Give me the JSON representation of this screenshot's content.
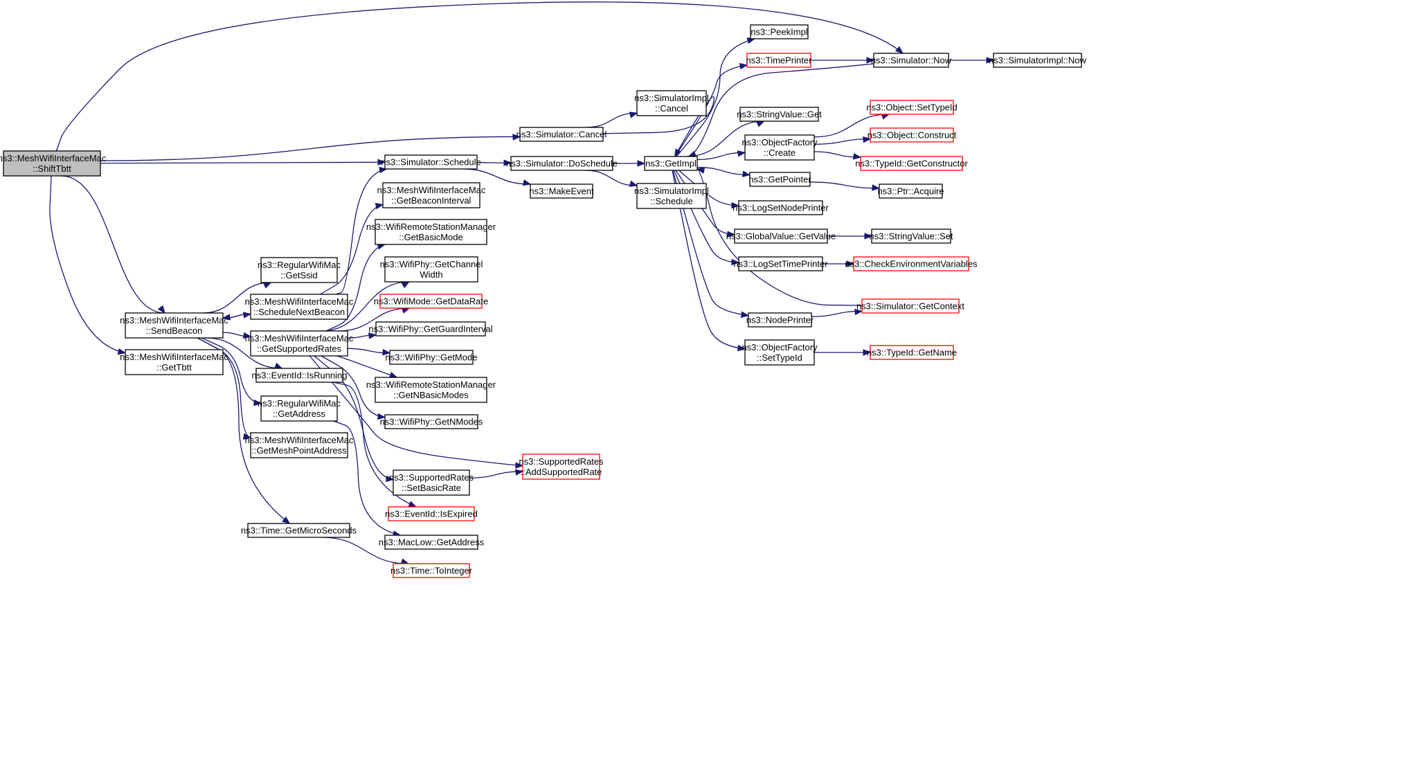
{
  "colors": {
    "edge": "#191970",
    "root_fill": "#bfbfbf",
    "node_border": "#000000",
    "external_border": "#ff0000"
  },
  "nodes": [
    {
      "id": "shift",
      "lines": [
        "ns3::MeshWifiInterfaceMac",
        "::ShiftTbtt"
      ],
      "style": "root"
    },
    {
      "id": "sendbeacon",
      "lines": [
        "ns3::MeshWifiInterfaceMac",
        "::SendBeacon"
      ]
    },
    {
      "id": "gettbtt",
      "lines": [
        "ns3::MeshWifiInterfaceMac",
        "::GetTbtt"
      ]
    },
    {
      "id": "getssid",
      "lines": [
        "ns3::RegularWifiMac",
        "::GetSsid"
      ]
    },
    {
      "id": "schednext",
      "lines": [
        "ns3::MeshWifiInterfaceMac",
        "::ScheduleNextBeacon"
      ]
    },
    {
      "id": "getsupp",
      "lines": [
        "ns3::MeshWifiInterfaceMac",
        "::GetSupportedRates"
      ]
    },
    {
      "id": "isrunning",
      "lines": [
        "ns3::EventId::IsRunning"
      ]
    },
    {
      "id": "rgetaddr",
      "lines": [
        "ns3::RegularWifiMac",
        "::GetAddress"
      ]
    },
    {
      "id": "meshpt",
      "lines": [
        "ns3::MeshWifiInterfaceMac",
        "::GetMeshPointAddress"
      ]
    },
    {
      "id": "getmicro",
      "lines": [
        "ns3::Time::GetMicroSeconds"
      ]
    },
    {
      "id": "schedule",
      "lines": [
        "ns3::Simulator::Schedule"
      ]
    },
    {
      "id": "beaconint",
      "lines": [
        "ns3::MeshWifiInterfaceMac",
        "::GetBeaconInterval"
      ]
    },
    {
      "id": "basicmode",
      "lines": [
        "ns3::WifiRemoteStationManager",
        "::GetBasicMode"
      ]
    },
    {
      "id": "chanwidth",
      "lines": [
        "ns3::WifiPhy::GetChannel",
        "Width"
      ]
    },
    {
      "id": "datarate",
      "lines": [
        "ns3::WifiMode::GetDataRate"
      ],
      "style": "red"
    },
    {
      "id": "guardint",
      "lines": [
        "ns3::WifiPhy::GetGuardInterval"
      ]
    },
    {
      "id": "getmode",
      "lines": [
        "ns3::WifiPhy::GetMode"
      ]
    },
    {
      "id": "nbasic",
      "lines": [
        "ns3::WifiRemoteStationManager",
        "::GetNBasicModes"
      ]
    },
    {
      "id": "nmodes",
      "lines": [
        "ns3::WifiPhy::GetNModes"
      ]
    },
    {
      "id": "setbasic",
      "lines": [
        "ns3::SupportedRates",
        "::SetBasicRate"
      ]
    },
    {
      "id": "isexpired",
      "lines": [
        "ns3::EventId::IsExpired"
      ],
      "style": "red"
    },
    {
      "id": "maclow",
      "lines": [
        "ns3::MacLow::GetAddress"
      ]
    },
    {
      "id": "tointeger",
      "lines": [
        "ns3::Time::ToInteger"
      ],
      "style": "red"
    },
    {
      "id": "cancel",
      "lines": [
        "ns3::Simulator::Cancel"
      ]
    },
    {
      "id": "dosched",
      "lines": [
        "ns3::Simulator::DoSchedule"
      ]
    },
    {
      "id": "makeevent",
      "lines": [
        "ns3::MakeEvent"
      ]
    },
    {
      "id": "implcancel",
      "lines": [
        "ns3::SimulatorImpl",
        "::Cancel"
      ]
    },
    {
      "id": "getimpl",
      "lines": [
        "ns3::GetImpl"
      ]
    },
    {
      "id": "implsched",
      "lines": [
        "ns3::SimulatorImpl",
        "::Schedule"
      ]
    },
    {
      "id": "addrate",
      "lines": [
        "ns3::SupportedRates",
        "::AddSupportedRate"
      ],
      "style": "red"
    },
    {
      "id": "peekimpl",
      "lines": [
        "ns3::PeekImpl"
      ]
    },
    {
      "id": "timeprinter",
      "lines": [
        "ns3::TimePrinter"
      ],
      "style": "red"
    },
    {
      "id": "strget",
      "lines": [
        "ns3::StringValue::Get"
      ]
    },
    {
      "id": "ofcreate",
      "lines": [
        "ns3::ObjectFactory",
        "::Create"
      ]
    },
    {
      "id": "getpointer",
      "lines": [
        "ns3::GetPointer"
      ]
    },
    {
      "id": "lognode",
      "lines": [
        "ns3::LogSetNodePrinter"
      ]
    },
    {
      "id": "gvgetvalue",
      "lines": [
        "ns3::GlobalValue::GetValue"
      ]
    },
    {
      "id": "logtime",
      "lines": [
        "ns3::LogSetTimePrinter"
      ]
    },
    {
      "id": "nodeprinter",
      "lines": [
        "ns3::NodePrinter"
      ]
    },
    {
      "id": "ofsettypeid",
      "lines": [
        "ns3::ObjectFactory",
        "::SetTypeId"
      ]
    },
    {
      "id": "simnow",
      "lines": [
        "ns3::Simulator::Now"
      ]
    },
    {
      "id": "objsettype",
      "lines": [
        "ns3::Object::SetTypeId"
      ],
      "style": "red"
    },
    {
      "id": "objconstruct",
      "lines": [
        "ns3::Object::Construct"
      ],
      "style": "red"
    },
    {
      "id": "typegetctor",
      "lines": [
        "ns3::TypeId::GetConstructor"
      ],
      "style": "red"
    },
    {
      "id": "ptracquire",
      "lines": [
        "ns3::Ptr::Acquire"
      ]
    },
    {
      "id": "strset",
      "lines": [
        "ns3::StringValue::Set"
      ]
    },
    {
      "id": "checkenv",
      "lines": [
        "ns3::CheckEnvironmentVariables"
      ],
      "style": "red"
    },
    {
      "id": "simgetctx",
      "lines": [
        "ns3::Simulator::GetContext"
      ],
      "style": "red"
    },
    {
      "id": "typegetname",
      "lines": [
        "ns3::TypeId::GetName"
      ],
      "style": "red"
    },
    {
      "id": "implnow",
      "lines": [
        "ns3::SimulatorImpl::Now"
      ]
    }
  ],
  "edges": [
    [
      "shift",
      "simnow"
    ],
    [
      "shift",
      "cancel"
    ],
    [
      "shift",
      "schedule"
    ],
    [
      "shift",
      "sendbeacon"
    ],
    [
      "shift",
      "gettbtt"
    ],
    [
      "sendbeacon",
      "getssid"
    ],
    [
      "sendbeacon",
      "schednext"
    ],
    [
      "sendbeacon",
      "getsupp"
    ],
    [
      "sendbeacon",
      "isrunning"
    ],
    [
      "sendbeacon",
      "rgetaddr"
    ],
    [
      "sendbeacon",
      "meshpt"
    ],
    [
      "sendbeacon",
      "getmicro"
    ],
    [
      "schednext",
      "sendbeacon"
    ],
    [
      "schednext",
      "schedule"
    ],
    [
      "schednext",
      "beaconint"
    ],
    [
      "getsupp",
      "basicmode"
    ],
    [
      "getsupp",
      "chanwidth"
    ],
    [
      "getsupp",
      "datarate"
    ],
    [
      "getsupp",
      "guardint"
    ],
    [
      "getsupp",
      "getmode"
    ],
    [
      "getsupp",
      "nbasic"
    ],
    [
      "getsupp",
      "nmodes"
    ],
    [
      "getsupp",
      "setbasic"
    ],
    [
      "getsupp",
      "addrate"
    ],
    [
      "isrunning",
      "isexpired"
    ],
    [
      "rgetaddr",
      "maclow"
    ],
    [
      "getmicro",
      "tointeger"
    ],
    [
      "schedule",
      "dosched"
    ],
    [
      "schedule",
      "makeevent"
    ],
    [
      "cancel",
      "implcancel"
    ],
    [
      "cancel",
      "getimpl"
    ],
    [
      "dosched",
      "getimpl"
    ],
    [
      "dosched",
      "implsched"
    ],
    [
      "setbasic",
      "addrate"
    ],
    [
      "getimpl",
      "peekimpl"
    ],
    [
      "getimpl",
      "timeprinter"
    ],
    [
      "getimpl",
      "strget"
    ],
    [
      "getimpl",
      "ofcreate"
    ],
    [
      "getimpl",
      "getpointer"
    ],
    [
      "getimpl",
      "lognode"
    ],
    [
      "getimpl",
      "gvgetvalue"
    ],
    [
      "getimpl",
      "logtime"
    ],
    [
      "getimpl",
      "nodeprinter"
    ],
    [
      "getimpl",
      "ofsettypeid"
    ],
    [
      "timeprinter",
      "simnow"
    ],
    [
      "simnow",
      "implnow"
    ],
    [
      "ofcreate",
      "objsettype"
    ],
    [
      "ofcreate",
      "objconstruct"
    ],
    [
      "ofcreate",
      "typegetctor"
    ],
    [
      "getpointer",
      "ptracquire"
    ],
    [
      "gvgetvalue",
      "strset"
    ],
    [
      "logtime",
      "checkenv"
    ],
    [
      "nodeprinter",
      "simgetctx"
    ],
    [
      "ofsettypeid",
      "typegetname"
    ],
    [
      "simgetctx",
      "getimpl"
    ],
    [
      "simnow",
      "getimpl"
    ]
  ]
}
